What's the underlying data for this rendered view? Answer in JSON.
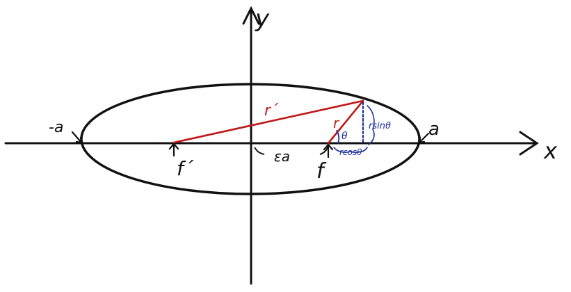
{
  "labels": {
    "y_axis": "y",
    "x_axis": "x",
    "left_vertex": "-a",
    "right_vertex": "a",
    "focus_left": "f´",
    "focus_right": "f",
    "r_prime": "r´",
    "r": "r",
    "theta": "θ",
    "r_sin": "rsinθ",
    "r_cos": "rcosθ",
    "ea": "εa"
  },
  "colors": {
    "ink": "#111111",
    "red": "#c01818",
    "blue": "#1a2f9a"
  }
}
